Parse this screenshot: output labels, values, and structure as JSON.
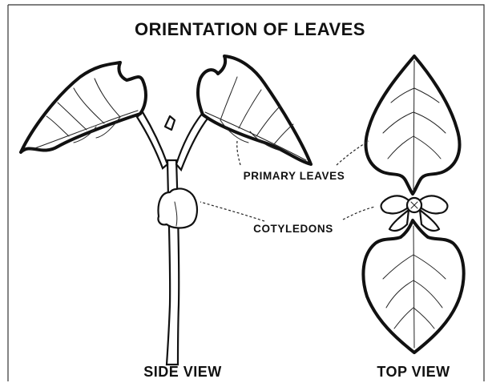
{
  "title": "ORIENTATION OF LEAVES",
  "labels": {
    "primary_leaves": "PRIMARY LEAVES",
    "cotyledons": "COTYLEDONS",
    "side_view": "SIDE VIEW",
    "top_view": "TOP VIEW"
  },
  "colors": {
    "ink": "#111111",
    "background": "#ffffff"
  }
}
